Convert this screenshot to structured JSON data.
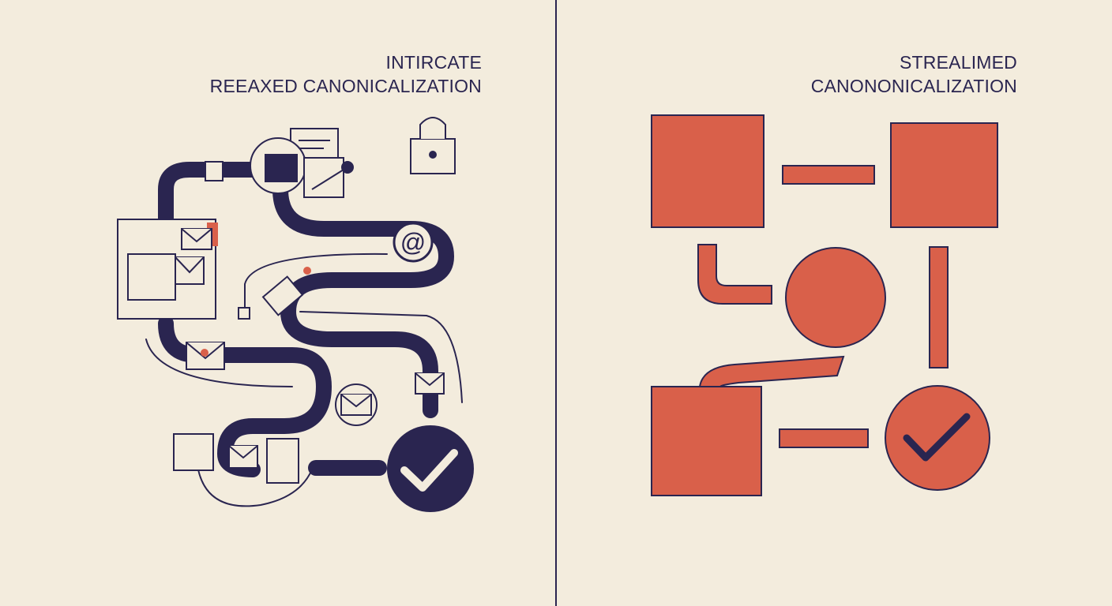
{
  "left_panel": {
    "title_line1": "INTIRCATE",
    "title_line2": "REEAXED CANONICALIZATION"
  },
  "right_panel": {
    "title_line1": "STREALIMED",
    "title_line2": "CANONONICALIZATION"
  },
  "colors": {
    "background": "#f3ecdd",
    "navy": "#2a2550",
    "red": "#d9604a"
  },
  "icons": [
    "lock-icon",
    "envelope-icon",
    "at-sign-icon",
    "check-icon",
    "document-icon"
  ]
}
